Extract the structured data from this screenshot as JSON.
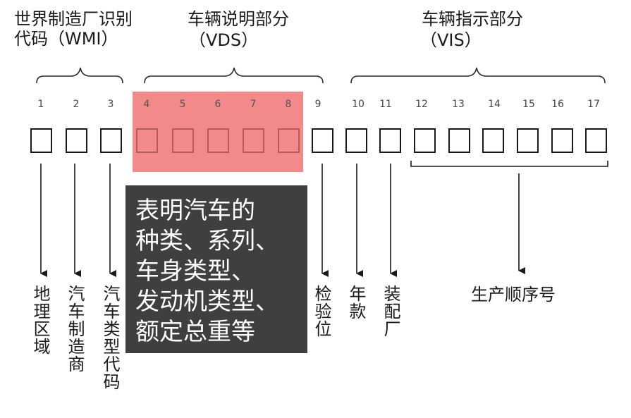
{
  "headers": {
    "wmi": {
      "line1": "世界制造厂识别",
      "line2": "代码（WMI）"
    },
    "vds": {
      "line1": "车辆说明部分",
      "line2": "（VDS）"
    },
    "vis": {
      "line1": "车辆指示部分",
      "line2": "（VIS）"
    }
  },
  "positions": [
    "1",
    "2",
    "3",
    "4",
    "5",
    "6",
    "7",
    "8",
    "9",
    "10",
    "11",
    "12",
    "13",
    "14",
    "15",
    "16",
    "17"
  ],
  "vds_note": [
    "表明汽车的",
    "种类、系列、",
    "车身类型、",
    "发动机类型、",
    "额定总重等"
  ],
  "bottom_labels": {
    "region": "地理区域",
    "manufacturer": "汽车制造商",
    "vehicle_type_code": "汽车类型代码",
    "check_digit": "检验位",
    "model_year": "年款",
    "assembly_plant": "装配厂",
    "serial_number": "生产顺序号"
  },
  "colors": {
    "vds_highlight": "#f28a8a",
    "note_background": "#3f3f3f"
  }
}
